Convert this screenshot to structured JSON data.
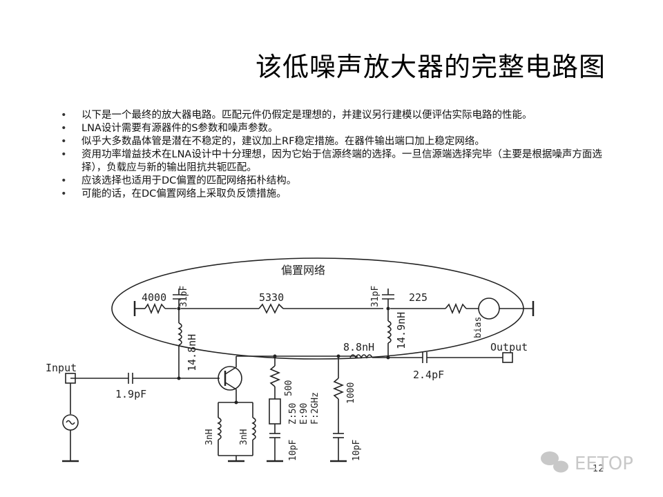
{
  "title": "该低噪声放大器的完整电路图",
  "bullets": [
    "以下是一个最终的放大器电路。匹配元件仍假定是理想的，并建议另行建模以便评估实际电路的性能。",
    "LNA设计需要有源器件的S参数和噪声参数。",
    "似乎大多数晶体管是潜在不稳定的，建议加上RF稳定措施。在器件输出端口加上稳定网络。",
    "资用功率增益技术在LNA设计中十分理想，因为它始于信源终端的选择。一旦信源端选择完毕（主要是根据噪声方面选择），负载应与新的输出阻抗共轭匹配。",
    "应该选择也适用于DC偏置的匹配网络拓朴结构。",
    "可能的话，在DC偏置网络上采取负反馈措施。"
  ],
  "circuit": {
    "bias_network_label": "偏置网络",
    "r1": "4000",
    "c1": "31pF",
    "r2": "5330",
    "c2": "31pF",
    "r3": "225",
    "bias_source": "bias",
    "l1": "14.8nH",
    "l2": "14.9nH",
    "l3": "8.8nH",
    "input_label": "Input",
    "output_label": "Output",
    "c_in": "1.9pF",
    "c_out": "2.4pF",
    "r4": "500",
    "tline_z": "Z:50",
    "tline_e": "E:90",
    "tline_f": "F:2GHz",
    "r5": "1000",
    "l_e1": "3nH",
    "l_e2": "3nH",
    "c3": "10pF",
    "c4": "10pF"
  },
  "page_number": "12",
  "watermark": "EETOP"
}
